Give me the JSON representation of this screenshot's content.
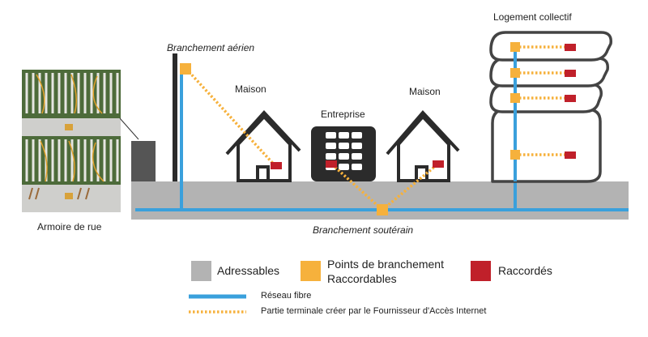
{
  "labels": {
    "armoire": "Armoire de rue",
    "aerien": "Branchement aérien",
    "souterrain": "Branchement soutérain",
    "maison_1": "Maison",
    "maison_2": "Maison",
    "entreprise": "Entreprise",
    "logement": "Logement collectif"
  },
  "legend": {
    "adressables": "Adressables",
    "points_line1": "Points de branchement",
    "points_line2": "Raccordables",
    "raccordes": "Raccordés",
    "reseau": "Réseau fibre",
    "partie": "Partie terminale créer par le Fournisseur d'Accès Internet"
  },
  "colors": {
    "ground": "#b3b3b3",
    "fiber": "#3aa0dc",
    "connection_point": "#f6b13c",
    "connected": "#c0202a",
    "building": "#2b2b2b"
  }
}
